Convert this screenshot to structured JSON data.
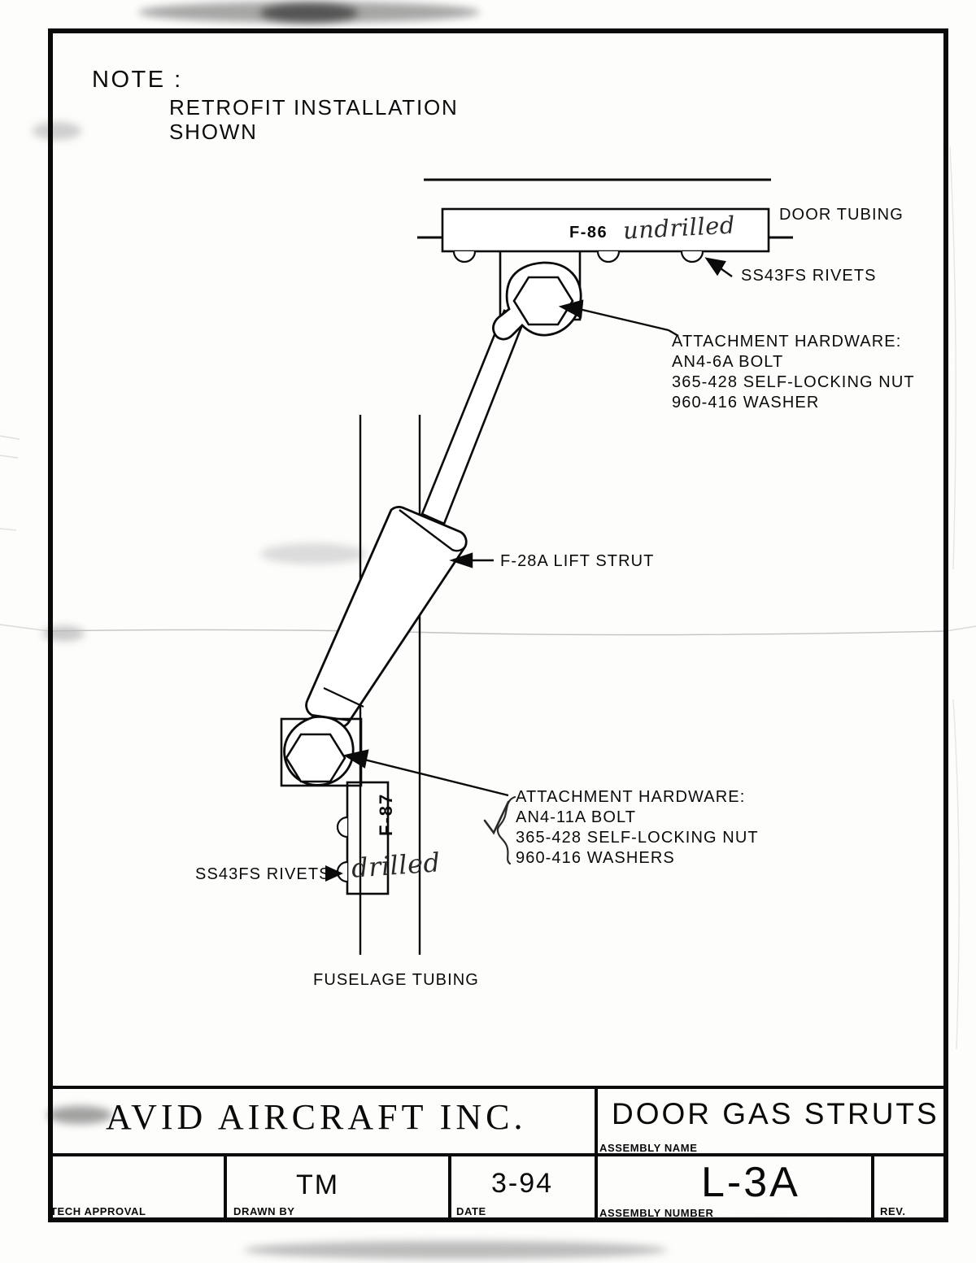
{
  "document": {
    "type": "engineering-drawing",
    "note": {
      "heading": "NOTE :",
      "line1": "RETROFIT INSTALLATION",
      "line2": "SHOWN"
    },
    "labels": {
      "door_tubing": "DOOR TUBING",
      "door_bracket_part": "F-86",
      "door_bracket_hand_note": "undrilled",
      "rivets_top": "SS43FS RIVETS",
      "rivets_bottom": "SS43FS RIVETS",
      "rivets_bottom_arrow": "▶",
      "lift_strut": "F-28A LIFT STRUT",
      "fuselage_bracket_part": "F-87",
      "fuselage_bracket_hand_note": "drilled",
      "fuselage_tubing": "FUSELAGE TUBING",
      "hand_check": "✓"
    },
    "callout_top": {
      "title": "ATTACHMENT HARDWARE:",
      "line1": "AN4-6A BOLT",
      "line2": "365-428 SELF-LOCKING NUT",
      "line3": "960-416 WASHER"
    },
    "callout_bottom": {
      "title": "ATTACHMENT HARDWARE:",
      "line1": "AN4-11A BOLT",
      "line2": "365-428 SELF-LOCKING NUT",
      "line3": "960-416 WASHERS"
    },
    "title_block": {
      "company": "AVID AIRCRAFT INC.",
      "assembly_name_value": "DOOR GAS STRUTS",
      "assembly_name_field": "ASSEMBLY NAME",
      "assembly_number_value": "L-3A",
      "assembly_number_field": "ASSEMBLY NUMBER",
      "tech_approval_field": "TECH APPROVAL",
      "tech_approval_value": "",
      "drawn_by_field": "DRAWN BY",
      "drawn_by_value": "TM",
      "date_field": "DATE",
      "date_value": "3-94",
      "rev_field": "REV.",
      "rev_value": ""
    },
    "colors": {
      "ink": "#0a0a0a",
      "paper": "#fdfdfc",
      "hand_ink": "#2b2b2b"
    }
  }
}
